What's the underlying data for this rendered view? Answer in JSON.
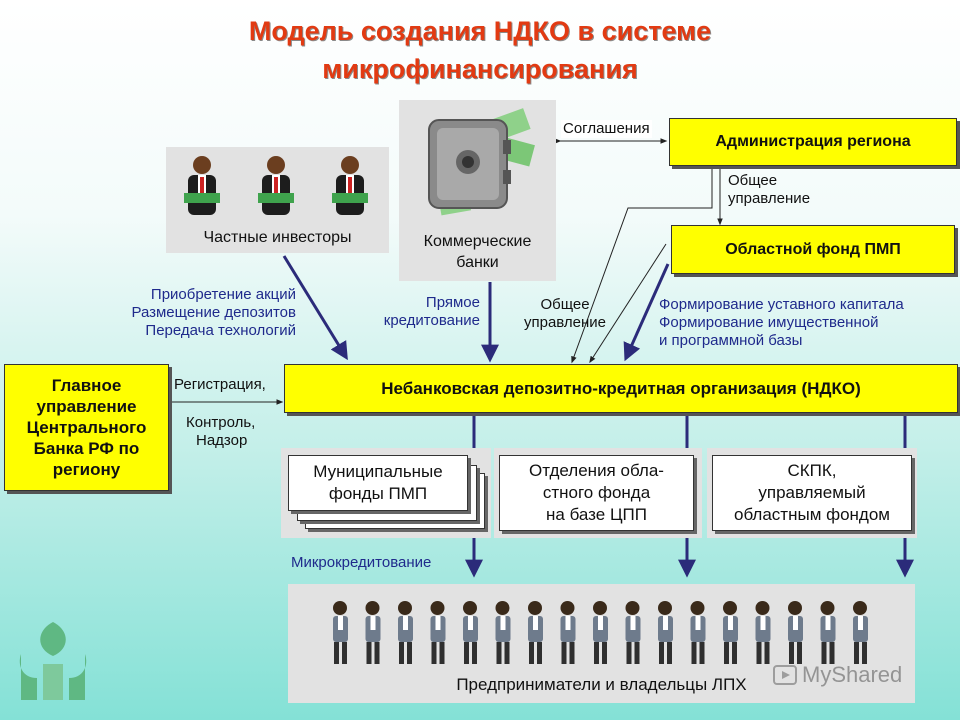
{
  "title": {
    "line1": "Модель создания НДКО в системе",
    "line2": "микрофинансирования"
  },
  "nodes": {
    "investors": "Частные инвесторы",
    "banks_line1": "Коммерческие",
    "banks_line2": "банки",
    "region_admin": "Администрация региона",
    "regional_fund": "Областной фонд ПМП",
    "ndko": "Небанковская депозитно-кредитная организация (НДКО)",
    "cb_line1": "Главное",
    "cb_line2": "управление",
    "cb_line3": "Центрального",
    "cb_line4": "Банка РФ по",
    "cb_line5": "региону",
    "muni_line1": "Муниципальные",
    "muni_line2": "фонды ПМП",
    "branch_line1": "Отделения обла-",
    "branch_line2": "стного фонда",
    "branch_line3": "на базе ЦПП",
    "skpk_line1": "СКПК,",
    "skpk_line2": "управляемый",
    "skpk_line3": "областным фондом",
    "entrepreneurs": "Предприниматели и владельцы ЛПХ"
  },
  "labels": {
    "agreements": "Соглашения",
    "general_mgmt_1a": "Общее",
    "general_mgmt_1b": "управление",
    "general_mgmt_2a": "Общее",
    "general_mgmt_2b": "управление",
    "inv_1": "Приобретение акций",
    "inv_2": "Размещение депозитов",
    "inv_3": "Передача технологий",
    "direct_1": "Прямое",
    "direct_2": "кредитование",
    "form_1": "Формирование уставного капитала",
    "form_2": "Формирование имущественной",
    "form_3": "и программной базы",
    "reg_1": "Регистрация,",
    "reg_2": "Контроль,",
    "reg_3": "Надзор",
    "microcredit": "Микрокредитование"
  },
  "watermark": "MyShared",
  "icons": [
    "investor-figure-icon",
    "safe-icon",
    "entrepreneur-figure-icon",
    "logo-leaf-icon",
    "watermark-play-icon"
  ],
  "colors": {
    "title": "#e23a12",
    "box_yellow": "#ffff00",
    "arrow": "#2b2b7a",
    "blue_text": "#1f2a8c"
  }
}
